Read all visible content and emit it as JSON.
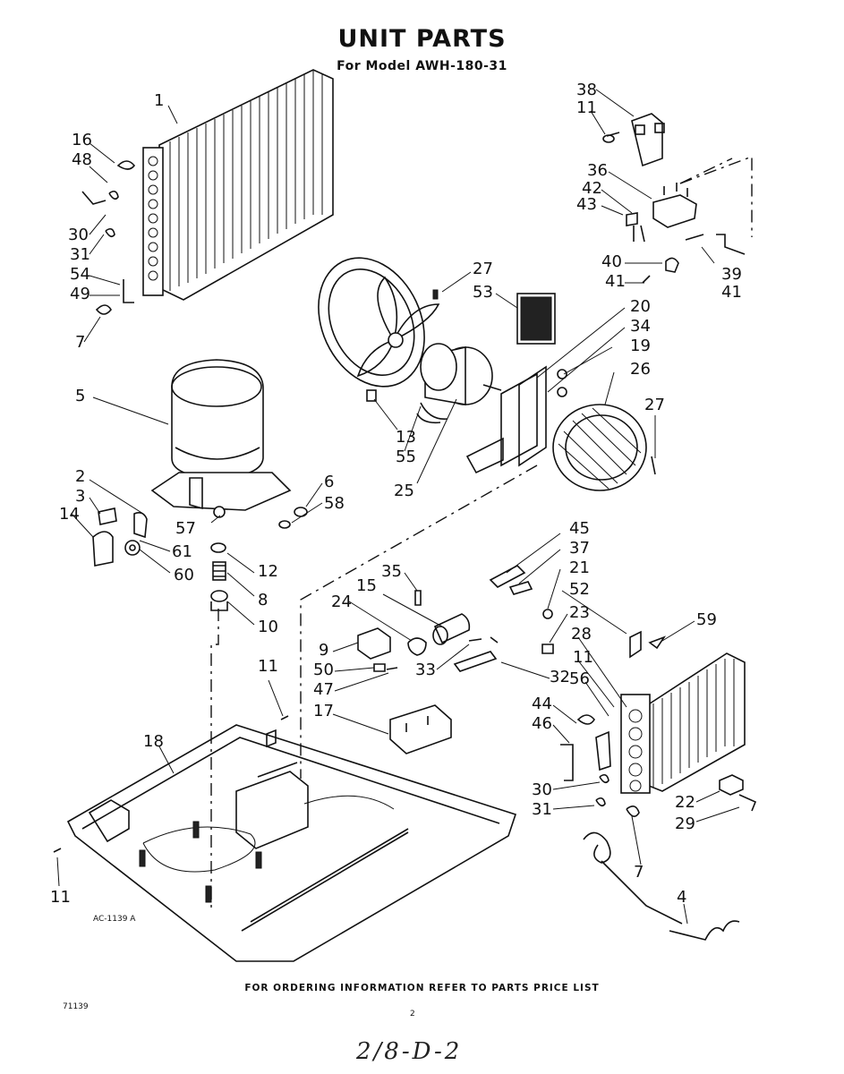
{
  "header": {
    "title": "UNIT PARTS",
    "subtitle": "For Model AWH-180-31"
  },
  "callouts": {
    "c1": "1",
    "c16": "16",
    "c48": "48",
    "c30a": "30",
    "c31a": "31",
    "c54": "54",
    "c49": "49",
    "c7a": "7",
    "c38": "38",
    "c11a": "11",
    "c36": "36",
    "c42": "42",
    "c43": "43",
    "c40": "40",
    "c41a": "41",
    "c39": "39",
    "c41b": "41",
    "c27a": "27",
    "c53": "53",
    "c20": "20",
    "c34": "34",
    "c19": "19",
    "c26": "26",
    "c27b": "27",
    "c13": "13",
    "c55": "55",
    "c25": "25",
    "c5": "5",
    "c2": "2",
    "c3": "3",
    "c14": "14",
    "c57": "57",
    "c61": "61",
    "c60": "60",
    "c6": "6",
    "c58": "58",
    "c12": "12",
    "c8": "8",
    "c10": "10",
    "c45": "45",
    "c37": "37",
    "c35": "35",
    "c21": "21",
    "c15": "15",
    "c24": "24",
    "c52": "52",
    "c23": "23",
    "c59": "59",
    "c9": "9",
    "c50": "50",
    "c47": "47",
    "c33": "33",
    "c32": "32",
    "c28": "28",
    "c11b": "11",
    "c56": "56",
    "c11c": "11",
    "c17": "17",
    "c44": "44",
    "c46": "46",
    "c18": "18",
    "c30b": "30",
    "c31b": "31",
    "c22": "22",
    "c29": "29",
    "c7b": "7",
    "c4": "4",
    "c11d": "11"
  },
  "figure_code": "AC-1139 A",
  "footer": {
    "ordering_note": "FOR ORDERING INFORMATION REFER TO PARTS PRICE LIST",
    "catalog_number": "71139",
    "page_number": "2",
    "handwritten_note": "2/8-D-2"
  }
}
